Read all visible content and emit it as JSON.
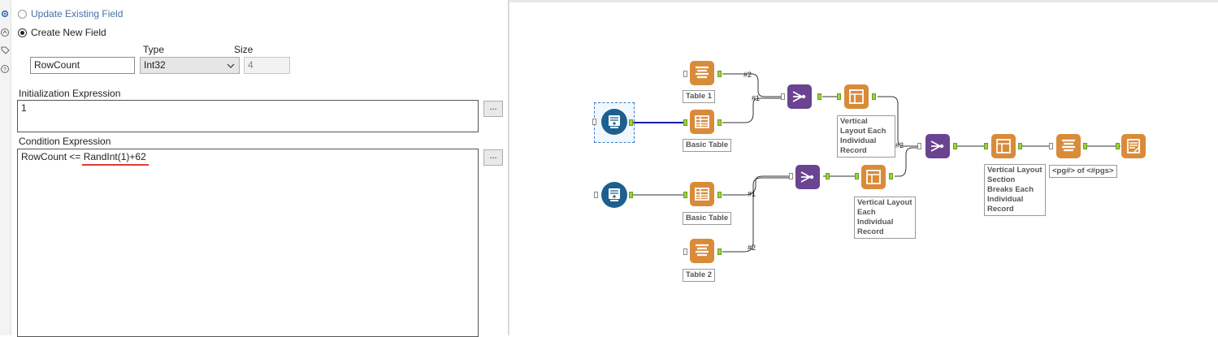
{
  "config": {
    "update_existing_label": "Update Existing Field",
    "create_new_label": "Create New  Field",
    "type_label": "Type",
    "size_label": "Size",
    "field_name_value": "RowCount",
    "type_value": "Int32",
    "size_value": "4",
    "init_expr_label": "Initialization Expression",
    "init_expr_value": "1",
    "cond_expr_label": "Condition Expression",
    "cond_expr_prefix": "RowCount <= ",
    "cond_expr_func": "RandInt(1)+62",
    "ellipsis": "..."
  },
  "rail_icons": [
    "gear-icon",
    "flow-icon",
    "tag-icon",
    "help-icon"
  ],
  "workflow": {
    "tools": [
      {
        "label": "Table 1"
      },
      {
        "label": "Basic Table"
      },
      {
        "label": "Vertical Layout Each Individual Record"
      },
      {
        "label": "Basic Table"
      },
      {
        "label": "Table 2"
      },
      {
        "label": "Vertical Layout Each Individual Record"
      },
      {
        "label": "Vertical Layout Section Breaks Each Individual Record"
      },
      {
        "label": "<pg#> of <#pgs>"
      }
    ],
    "connection_labels": [
      "#2",
      "#1",
      "#2",
      "#1",
      "#2"
    ],
    "colors": {
      "reporting": "#d98b3a",
      "union": "#6a4391",
      "input": "#1d5f8f",
      "anchor": "#9bd33a",
      "wire_selected": "#1a1aa8"
    }
  }
}
